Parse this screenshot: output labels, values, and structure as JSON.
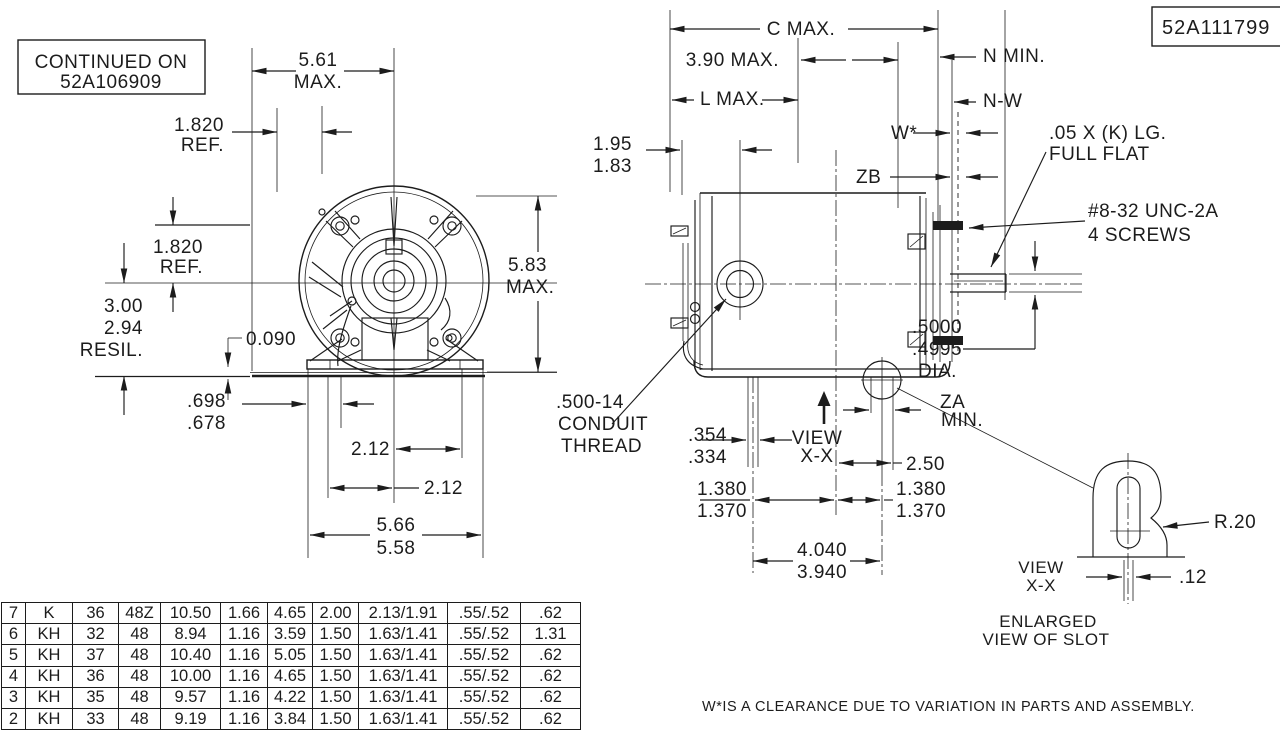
{
  "palette": {
    "ink": "#1c1c1c",
    "paper": "#ffffff"
  },
  "title_block": {
    "continued_on": {
      "line1": "CONTINUED ON",
      "line2": "52A106909"
    },
    "drawing_number": "52A111799"
  },
  "front_view": {
    "width_max": {
      "v": "5.61",
      "u": "MAX."
    },
    "ref_top": {
      "v": "1.820",
      "u": "REF."
    },
    "ref_mid": {
      "v": "1.820",
      "u": "REF."
    },
    "height_resil": {
      "v1": "3.00",
      "v2": "2.94",
      "u": "RESIL."
    },
    "pad_gap": "0.090",
    "height_max": {
      "v": "5.83",
      "u": "MAX."
    },
    "slot_offset": {
      "v1": ".698",
      "v2": ".678"
    },
    "bolt_right": "2.12",
    "bolt_left": "2.12",
    "base_width": {
      "v1": "5.66",
      "v2": "5.58"
    }
  },
  "side_view": {
    "c_max": "C MAX.",
    "d390": "3.90 MAX.",
    "l_max": "L MAX.",
    "n_min": "N MIN.",
    "n_w": "N-W",
    "w_star": "W*",
    "zb": "ZB",
    "flat": {
      "line1": ".05 X (K) LG.",
      "line2": "FULL FLAT"
    },
    "screws": {
      "line1": "#8-32 UNC-2A",
      "line2": "4 SCREWS"
    },
    "face_to_conduit": {
      "v1": "1.95",
      "v2": "1.83"
    },
    "conduit": {
      "line1": ".500-14",
      "line2": "CONDUIT",
      "line3": "THREAD"
    },
    "shaft_dia": {
      "v1": ".5000",
      "v2": ".4995",
      "u": "DIA."
    },
    "za": {
      "line1": "ZA",
      "line2": "MIN."
    },
    "slot_width": {
      "v1": ".354",
      "v2": ".334"
    },
    "view_xx": {
      "line1": "VIEW",
      "line2": "X-X"
    },
    "d250": "2.50",
    "slot_lh": {
      "v1": "1.380",
      "v2": "1.370"
    },
    "slot_rh": {
      "v1": "1.380",
      "v2": "1.370"
    },
    "bolt_span": {
      "v1": "4.040",
      "v2": "3.940"
    }
  },
  "slot_view": {
    "radius": "R.20",
    "width": ".12",
    "view": {
      "line1": "VIEW",
      "line2": "X-X"
    },
    "caption": {
      "line1": "ENLARGED",
      "line2": "VIEW OF SLOT"
    }
  },
  "spec_table": {
    "rows": [
      [
        "7",
        "K",
        "36",
        "48Z",
        "10.50",
        "1.66",
        "4.65",
        "2.00",
        "2.13/1.91",
        ".55/.52",
        ".62"
      ],
      [
        "6",
        "KH",
        "32",
        "48",
        "8.94",
        "1.16",
        "3.59",
        "1.50",
        "1.63/1.41",
        ".55/.52",
        "1.31"
      ],
      [
        "5",
        "KH",
        "37",
        "48",
        "10.40",
        "1.16",
        "5.05",
        "1.50",
        "1.63/1.41",
        ".55/.52",
        ".62"
      ],
      [
        "4",
        "KH",
        "36",
        "48",
        "10.00",
        "1.16",
        "4.65",
        "1.50",
        "1.63/1.41",
        ".55/.52",
        ".62"
      ],
      [
        "3",
        "KH",
        "35",
        "48",
        "9.57",
        "1.16",
        "4.22",
        "1.50",
        "1.63/1.41",
        ".55/.52",
        ".62"
      ],
      [
        "2",
        "KH",
        "33",
        "48",
        "9.19",
        "1.16",
        "3.84",
        "1.50",
        "1.63/1.41",
        ".55/.52",
        ".62"
      ]
    ]
  },
  "footnote": "W*IS A CLEARANCE DUE TO VARIATION IN PARTS AND ASSEMBLY."
}
